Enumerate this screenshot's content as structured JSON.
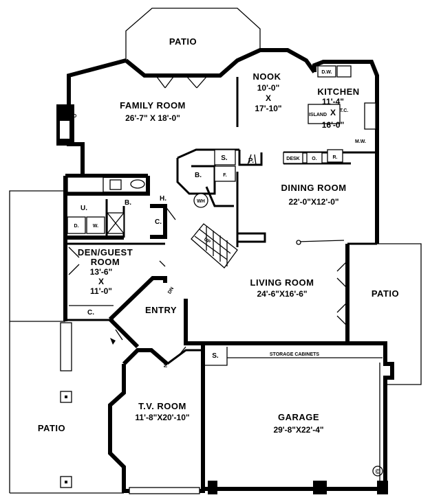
{
  "rooms": {
    "patio_top": "PATIO",
    "family": {
      "name": "FAMILY ROOM",
      "dims": "26'-7\" X 18'-0\""
    },
    "nook": {
      "name": "NOOK",
      "w": "10'-0\"",
      "x": "X",
      "d": "17'-10\""
    },
    "kitchen": {
      "name": "KITCHEN",
      "w": "11'-4\"",
      "x": "X",
      "d": "16'-0\""
    },
    "dining": {
      "name": "DINING ROOM",
      "dims": "22'-0\"X12'-0\""
    },
    "den": {
      "line1": "DEN/GUEST",
      "line2": "ROOM",
      "w": "13'-6\"",
      "x": "X",
      "d": "11'-0\""
    },
    "living": {
      "name": "LIVING ROOM",
      "dims": "24'-6\"X16'-6\""
    },
    "entry": "ENTRY",
    "patio_right": "PATIO",
    "patio_left": "PATIO",
    "tv": {
      "name": "T.V. ROOM",
      "dims": "11'-8\"X20'-10\""
    },
    "garage": {
      "name": "GARAGE",
      "dims": "29'-8\"X22'-4\""
    }
  },
  "labels": {
    "wood": "WOOD",
    "dw": "D.W.",
    "island": "ISLAND",
    "tc": "T.C.",
    "mw": "M.W.",
    "desk": "DESK",
    "oven": "O.",
    "range": "R.",
    "storage_s1": "S.",
    "pantry": "P.",
    "bath_upper": "B.",
    "furnace": "F.",
    "water_heater": "WH",
    "utility": "U.",
    "washer": "W.",
    "dryer": "D.",
    "bath_lower": "B.",
    "hall": "H.",
    "closet_hall": "C.",
    "up": "UP",
    "down_entry": "DN",
    "closet_den": "C.",
    "down_tv": "DN",
    "storage_s2": "S.",
    "storage_cabinets": "STORAGE CABINETS",
    "copyright": "©"
  }
}
